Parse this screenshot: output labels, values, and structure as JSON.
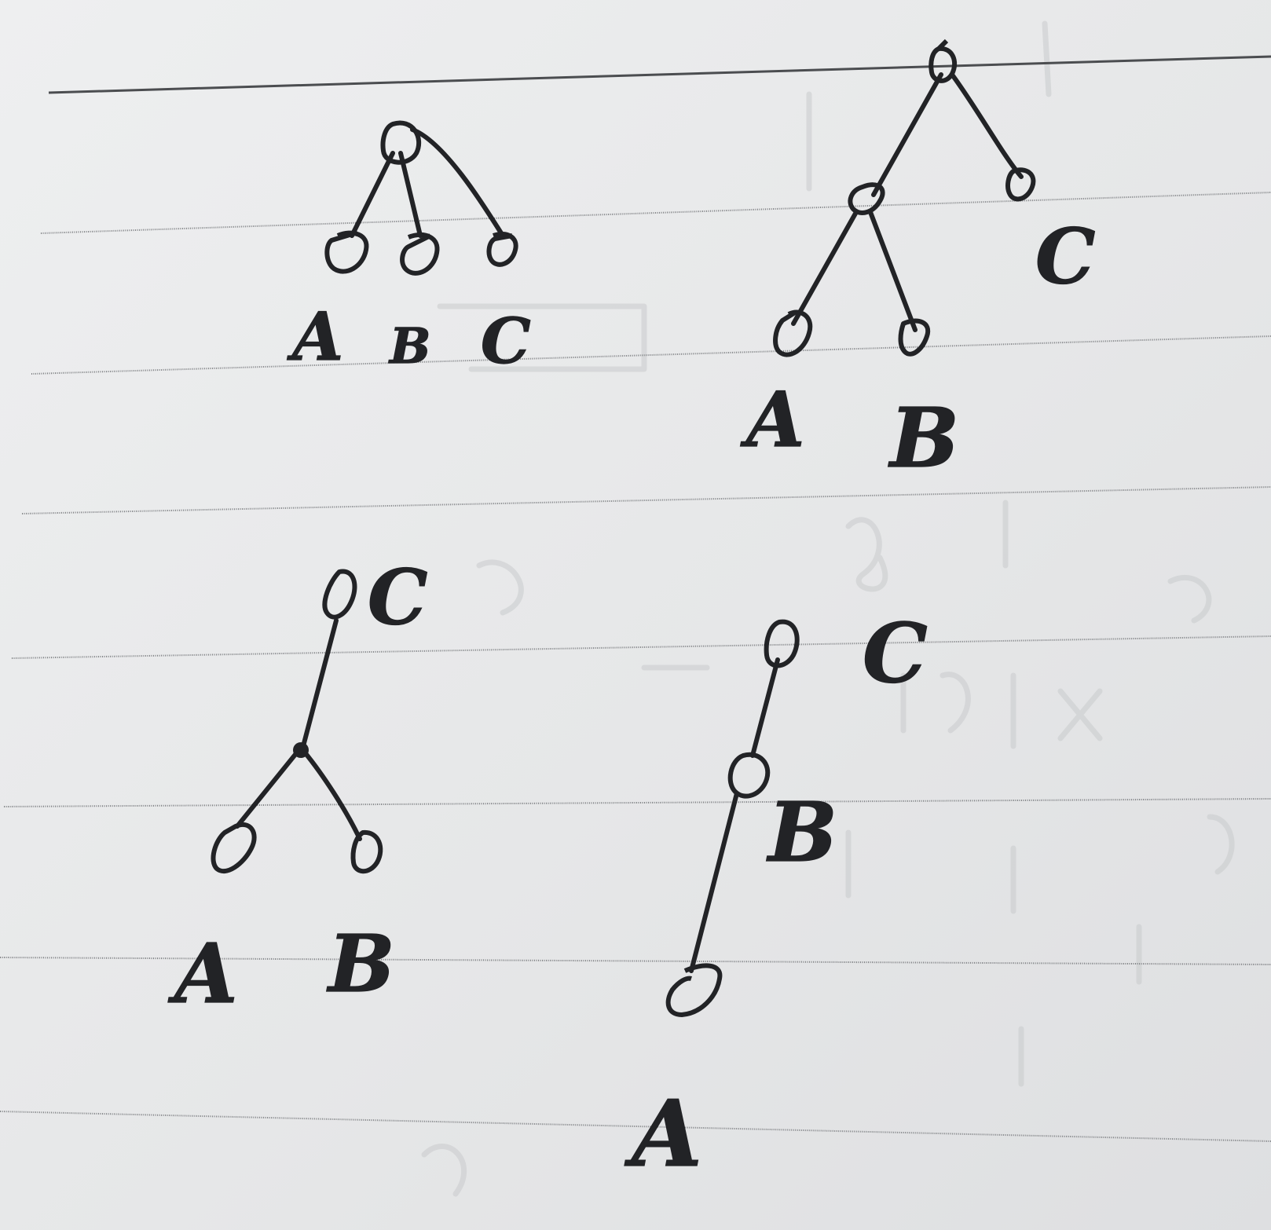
{
  "diagrams": [
    {
      "kind": "tree",
      "nodes": [
        {
          "id": "r",
          "label": ""
        },
        {
          "id": "a",
          "label": "A"
        },
        {
          "id": "b",
          "label": "B"
        },
        {
          "id": "c",
          "label": "C"
        }
      ],
      "edges": [
        [
          "r",
          "a"
        ],
        [
          "r",
          "b"
        ],
        [
          "r",
          "c"
        ]
      ]
    },
    {
      "kind": "tree",
      "nodes": [
        {
          "id": "r",
          "label": ""
        },
        {
          "id": "m",
          "label": ""
        },
        {
          "id": "c",
          "label": "C"
        },
        {
          "id": "a",
          "label": "A"
        },
        {
          "id": "b",
          "label": "B"
        }
      ],
      "edges": [
        [
          "r",
          "m"
        ],
        [
          "r",
          "c"
        ],
        [
          "m",
          "a"
        ],
        [
          "m",
          "b"
        ]
      ]
    },
    {
      "kind": "tree",
      "nodes": [
        {
          "id": "c",
          "label": "C"
        },
        {
          "id": "j",
          "label": ""
        },
        {
          "id": "a",
          "label": "A"
        },
        {
          "id": "b",
          "label": "B"
        }
      ],
      "edges": [
        [
          "c",
          "j"
        ],
        [
          "j",
          "a"
        ],
        [
          "j",
          "b"
        ]
      ]
    },
    {
      "kind": "chain",
      "nodes": [
        {
          "id": "c",
          "label": "C"
        },
        {
          "id": "b",
          "label": "B"
        },
        {
          "id": "a",
          "label": "A"
        }
      ],
      "edges": [
        [
          "c",
          "b"
        ],
        [
          "b",
          "a"
        ]
      ]
    }
  ],
  "labels": {
    "d1_a": "A",
    "d1_b": "B",
    "d1_c": "C",
    "d2_a": "A",
    "d2_b": "B",
    "d2_c": "C",
    "d3_c": "C",
    "d3_a": "A",
    "d3_b": "B",
    "d4_c": "C",
    "d4_b": "B",
    "d4_a": "A"
  }
}
